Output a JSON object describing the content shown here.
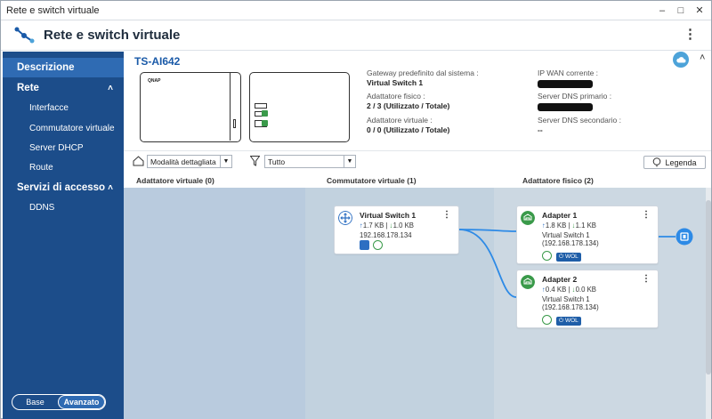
{
  "window": {
    "title": "Rete e switch virtuale",
    "controls": [
      "–",
      "□",
      "✕"
    ]
  },
  "app": {
    "title": "Rete e switch virtuale"
  },
  "sidebar": {
    "items": [
      {
        "label": "Descrizione",
        "type": "header",
        "active": true
      },
      {
        "label": "Rete",
        "type": "header",
        "chevron": "˄"
      },
      {
        "label": "Interfacce",
        "type": "sub"
      },
      {
        "label": "Commutatore virtuale",
        "type": "sub"
      },
      {
        "label": "Server DHCP",
        "type": "sub"
      },
      {
        "label": "Route",
        "type": "sub"
      },
      {
        "label": "Servizi di accesso",
        "type": "header",
        "chevron": "˄"
      },
      {
        "label": "DDNS",
        "type": "sub"
      }
    ],
    "mode": {
      "base": "Base",
      "advanced": "Avanzato",
      "selected": "advanced"
    }
  },
  "device": {
    "name": "TS-AI642",
    "brand_label": "QNAP"
  },
  "info": {
    "gateway_label": "Gateway predefinito dal sistema :",
    "gateway_value": "Virtual Switch 1",
    "phys_label": "Adattatore fisico :",
    "phys_value": "2 / 3 (Utilizzato / Totale)",
    "virt_label": "Adattatore virtuale :",
    "virt_value": "0 / 0 (Utilizzato / Totale)",
    "wan_label": "IP WAN corrente :",
    "dns1_label": "Server DNS primario :",
    "dns2_label": "Server DNS secondario :",
    "dns2_value": "--"
  },
  "toolbar": {
    "mode_value": "Modalità dettagliata",
    "filter_value": "Tutto",
    "legend_label": "Legenda"
  },
  "columns": {
    "virtual": "Adattatore virtuale (0)",
    "switch": "Commutatore virtuale (1)",
    "physical": "Adattatore fisico (2)"
  },
  "cards": {
    "vswitch": {
      "name": "Virtual Switch 1",
      "up": "1.7 KB",
      "down": "1.0 KB",
      "ip": "192.168.178.134"
    },
    "adapter1": {
      "name": "Adapter 1",
      "up": "1.8 KB",
      "down": "1.1 KB",
      "sw": "Virtual Switch 1",
      "ip": "(192.168.178.134)",
      "wol": "WOL"
    },
    "adapter2": {
      "name": "Adapter 2",
      "up": "0.4 KB",
      "down": "0.0 KB",
      "sw": "Virtual Switch 1",
      "ip": "(192.168.178.134)",
      "wol": "WOL"
    }
  },
  "colors": {
    "sidebar": "#1c4d8a",
    "active": "#2f6bb3",
    "accent": "#1a5aa8",
    "green": "#3a9a4a",
    "link": "#2d8ae6"
  }
}
